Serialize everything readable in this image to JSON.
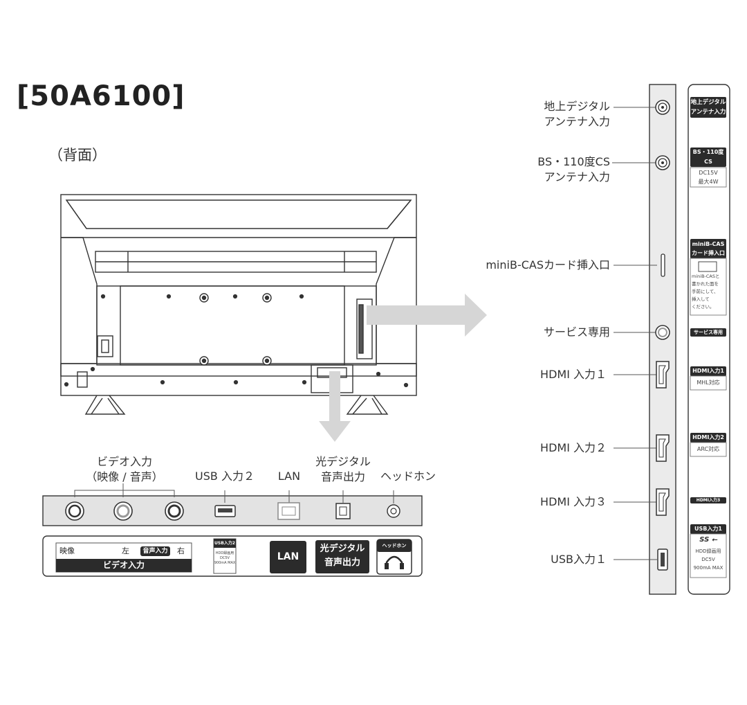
{
  "model_title": "[50A6100]",
  "view_label": "（背面）",
  "side_panel": {
    "labels": {
      "antenna_terrestrial": [
        "地上デジタル",
        "アンテナ入力"
      ],
      "antenna_bs_cs": [
        "BS・110度CS",
        "アンテナ入力"
      ],
      "minibcas": "miniB-CASカード挿入口",
      "service": "サービス専用",
      "hdmi1": "HDMI 入力１",
      "hdmi2": "HDMI 入力２",
      "hdmi3": "HDMI 入力３",
      "usb1": "USB入力１"
    },
    "stickers": {
      "antenna_terrestrial": [
        "地上デジタル",
        "アンテナ入力"
      ],
      "antenna_bs_cs": [
        "BS・110度CS",
        "アンテナ入力"
      ],
      "bs_power": [
        "DC15V",
        "最大4W"
      ],
      "minibcas_title": [
        "miniB-CAS",
        "カード挿入口"
      ],
      "minibcas_note": [
        "miniB-CASと",
        "書かれた面を",
        "手前にして、",
        "挿入して",
        "ください。"
      ],
      "service": "サービス専用",
      "hdmi1": "HDMI入力1",
      "hdmi1_sub": "MHL対応",
      "hdmi2": "HDMI入力2",
      "hdmi2_sub": "ARC対応",
      "hdmi3": "HDMI入力3",
      "usb1": "USB入力1",
      "usb1_logo": "SS",
      "usb1_note": [
        "HDD録画用",
        "DC5V",
        "900mA MAX"
      ]
    }
  },
  "bottom_panel": {
    "labels": {
      "video_input": [
        "ビデオ入力",
        "（映像 / 音声）"
      ],
      "usb2": "USB 入力２",
      "lan": "LAN",
      "optical": [
        "光デジタル",
        "音声出力"
      ],
      "headphone": "ヘッドホン"
    },
    "stickers": {
      "video": "映像",
      "left": "左",
      "audio_in": "音声入力",
      "right": "右",
      "video_input": "ビデオ入力",
      "usb2_title": "USB入力2",
      "usb2_note": [
        "HDD録画用",
        "DC5V",
        "900mA MAX"
      ],
      "lan": "LAN",
      "optical": [
        "光デジタル",
        "音声出力"
      ],
      "headphone": "ヘッドホン"
    }
  }
}
